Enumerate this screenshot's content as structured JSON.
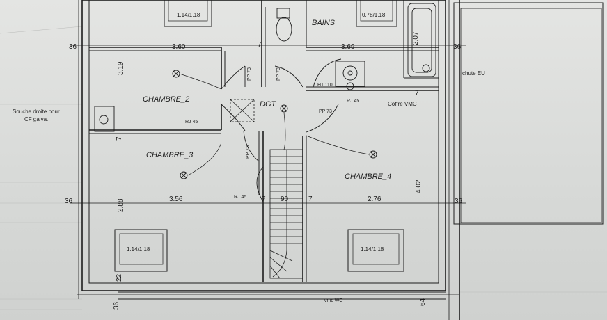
{
  "rooms": {
    "chambre2": "CHAMBRE_2",
    "chambre3": "CHAMBRE_3",
    "chambre4": "CHAMBRE_4",
    "dgt": "DGT",
    "bains": "BAINS"
  },
  "dimensions": {
    "d360": "3.60",
    "d369": "3.69",
    "d207": "2.07",
    "d319": "3.19",
    "d356": "3.56",
    "d90": "90",
    "d276": "2.76",
    "d402": "4.02",
    "d288": "2.88",
    "d36": "36",
    "d7": "7",
    "d22": "22",
    "d64": "64"
  },
  "windows": {
    "top_left": "1.14/1.18",
    "top_right": "0.78/1.18",
    "bottom_left": "1.14/1.18",
    "bottom_right": "1.14/1.18"
  },
  "annotations": {
    "souche": [
      "Souche droite pour",
      "CF galva."
    ],
    "chute": "chute EU",
    "vmc": "Coffre VMC",
    "vmc_wc": "vmc WC",
    "rj45": "RJ 45",
    "pp73": "PP 73",
    "ht110": "HT.110"
  },
  "colors": {
    "ink": "#1d1d1d",
    "paper": "#dcdedc"
  }
}
